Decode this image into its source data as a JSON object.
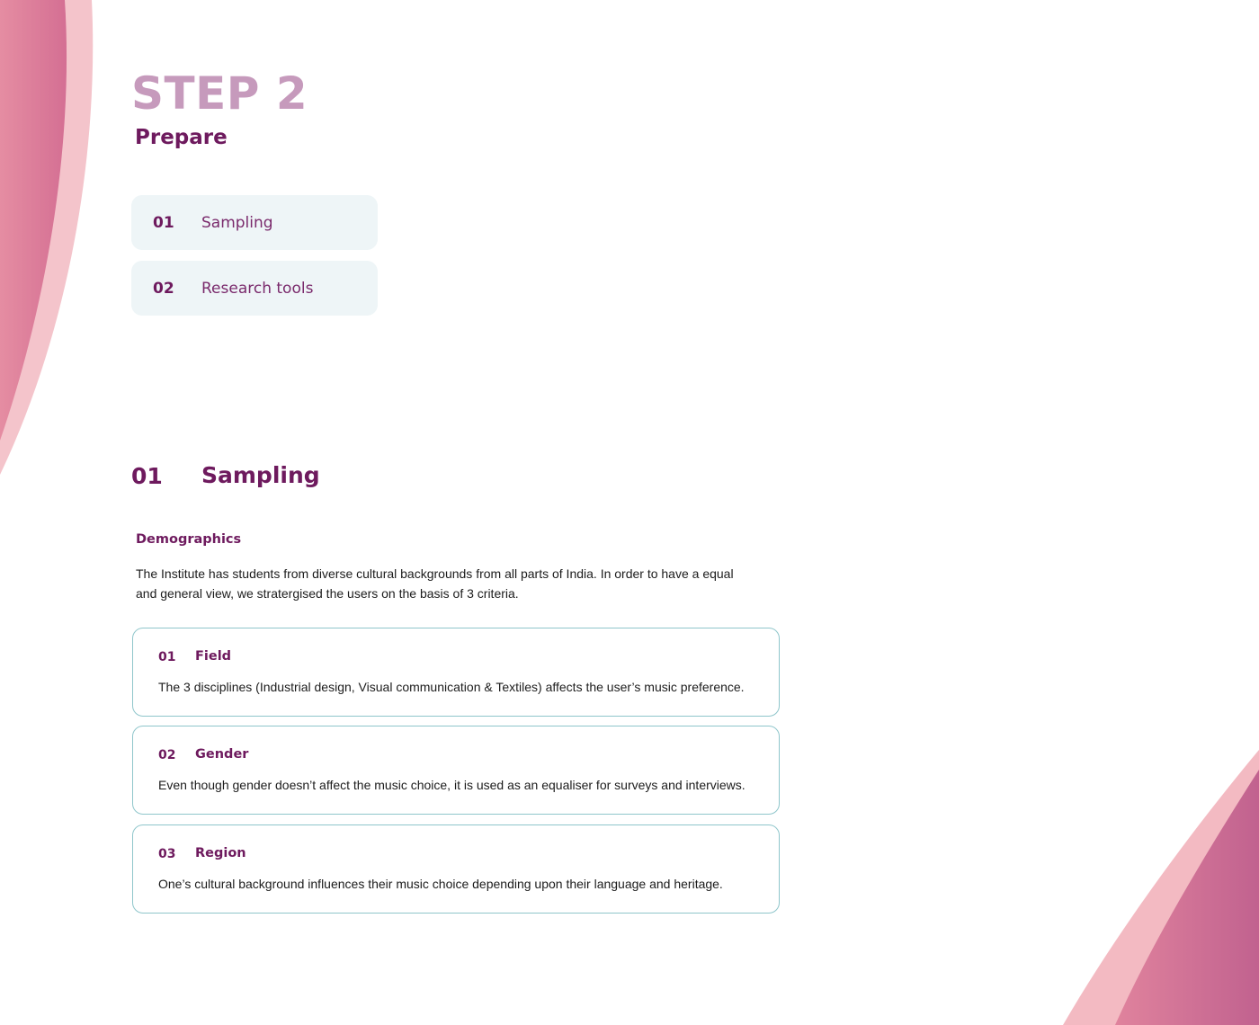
{
  "header": {
    "step": "STEP 2",
    "subtitle": "Prepare"
  },
  "toc": [
    {
      "num": "01",
      "label": "Sampling"
    },
    {
      "num": "02",
      "label": "Research tools"
    }
  ],
  "section": {
    "num": "01",
    "title": "Sampling",
    "subheading": "Demographics",
    "paragraph": "The Institute has students from diverse cultural backgrounds from all parts of India. In order to have a equal and general view, we stratergised the users on the basis of 3 criteria."
  },
  "criteria": [
    {
      "num": "01",
      "title": "Field",
      "text": "The 3 disciplines (Industrial design, Visual communication & Textiles) affects the user’s music preference."
    },
    {
      "num": "02",
      "title": "Gender",
      "text": "Even though gender doesn’t affect the music choice, it is used as an equaliser for surveys and interviews."
    },
    {
      "num": "03",
      "title": "Region",
      "text": "One’s cultural background influences their music choice depending upon their language and heritage."
    }
  ],
  "colors": {
    "accent": "#6e1a5e",
    "step": "#c69abc",
    "toc_bg": "#eef5f7",
    "card_border": "#8fc6cb",
    "deco_pink_light": "#f3bcc3",
    "deco_pink_dark": "#c8668f"
  }
}
